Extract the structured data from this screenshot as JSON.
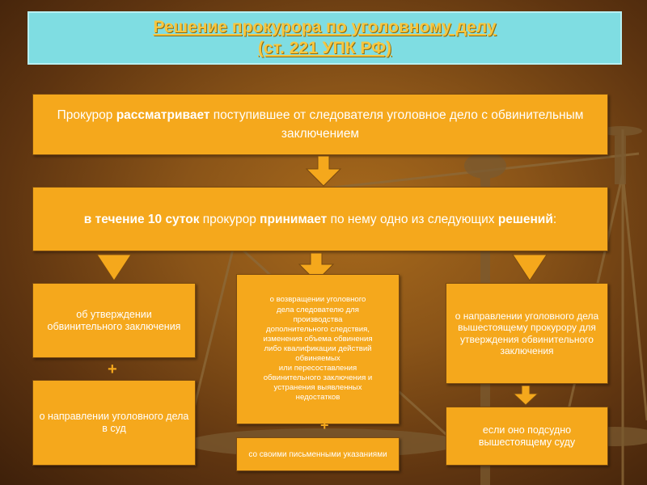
{
  "title": {
    "line1": "Решение прокурора по уголовному делу",
    "line2": "(ст. 221 УПК РФ)"
  },
  "box1": {
    "p1": "Прокурор ",
    "b1": "рассматривает",
    "p2": " поступившее от следователя уголовное дело с обвинительным заключением"
  },
  "box2": {
    "b1": "в течение 10 суток",
    "p1": " прокурор ",
    "b2": "принимает",
    "p2": " по нему одно из следующих ",
    "b3": "решений",
    "p3": ":"
  },
  "left": {
    "top": "об утверждении обвинительного заключения",
    "plus": "+",
    "bottom": "о направлении уголовного дела в суд"
  },
  "middle": {
    "lines": [
      "о возвращении уголовного",
      "дела следователю для",
      "производства",
      "дополнительного следствия,",
      "изменения объема обвинения",
      "либо квалификации действий",
      "обвиняемых",
      "или пересоставления",
      "обвинительного заключения и",
      "устранения выявленных",
      "недостатков"
    ],
    "plus": "+",
    "bottom": "со своими письменными указаниями"
  },
  "right": {
    "top": "о направлении уголовного дела вышестоящему прокурору для утверждения обвинительного заключения",
    "bottom": "если оно подсудно вышестоящему суду"
  },
  "colors": {
    "box_fill": "#f5a81c",
    "title_fill": "#7fdde2",
    "title_text": "#f7c640",
    "background": "#8a5418"
  }
}
